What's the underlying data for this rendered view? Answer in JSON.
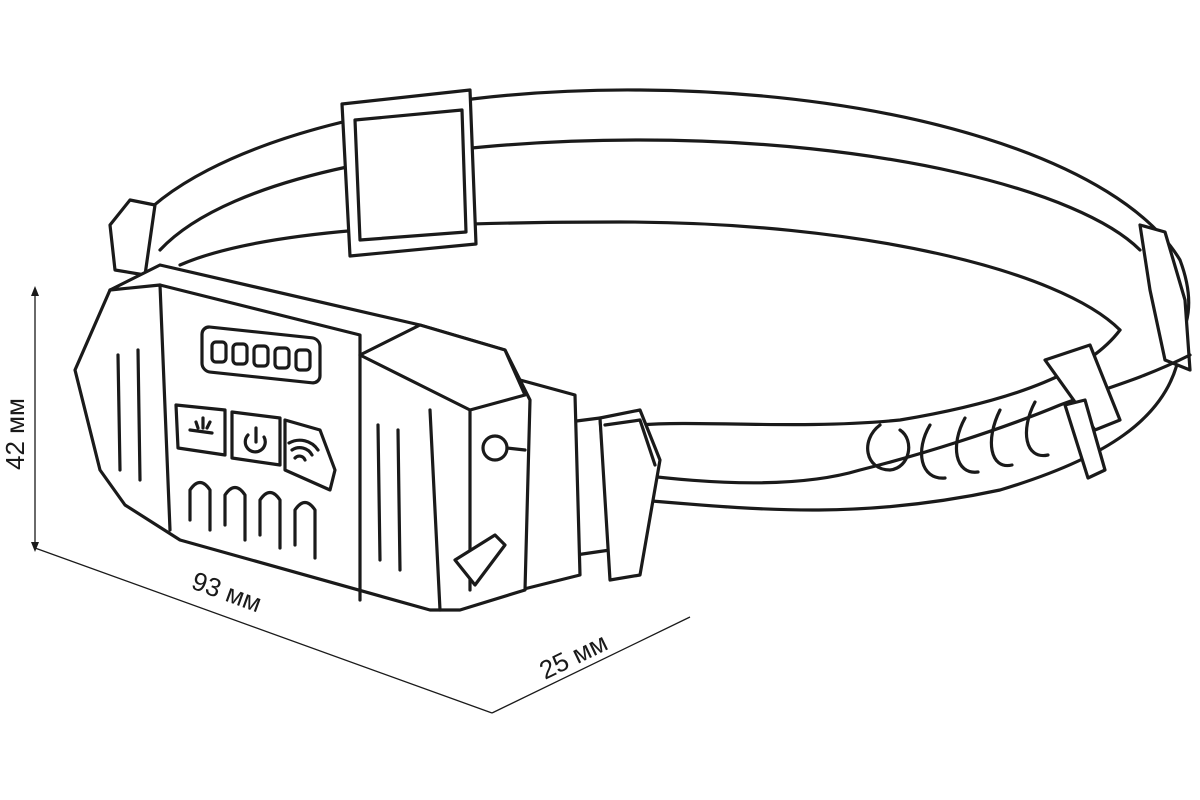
{
  "product": "headlamp",
  "dimensions": {
    "height_label": "42 мм",
    "length_label": "93 мм",
    "depth_label": "25 мм"
  },
  "colors": {
    "line": "#1a1a1a",
    "background": "#ffffff"
  }
}
